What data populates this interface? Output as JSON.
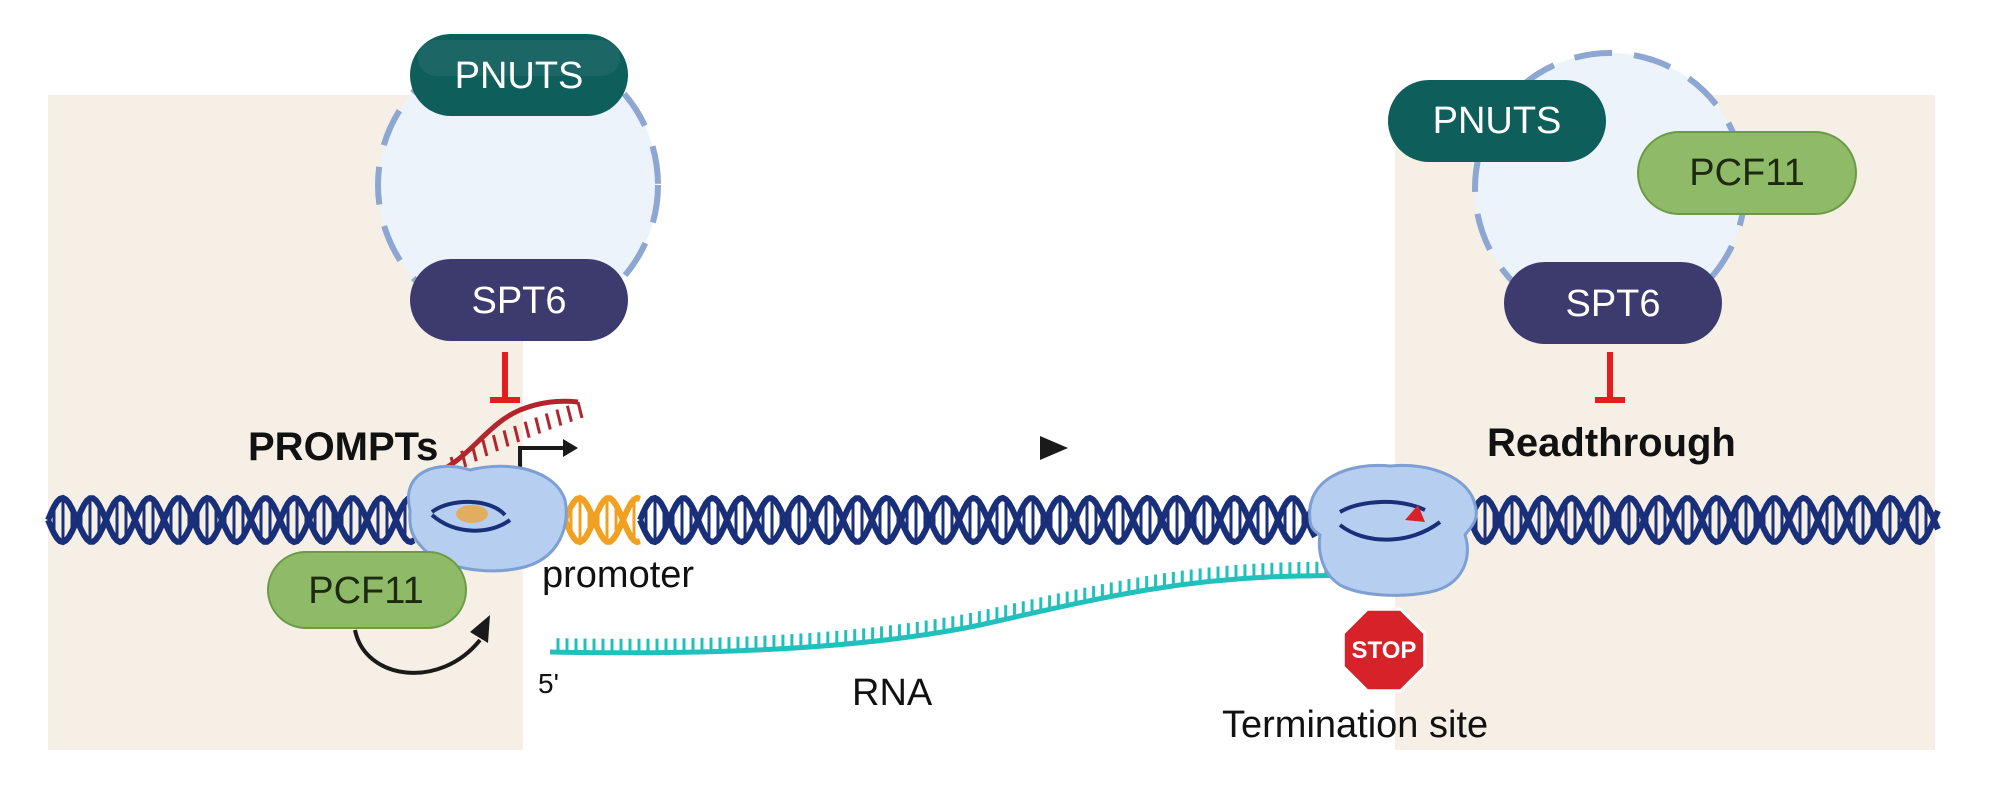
{
  "left_panel": {
    "pnuts_label": "PNUTS",
    "spt6_label": "SPT6",
    "pcf11_label": "PCF11",
    "prompts_label": "PROMPTs",
    "promoter_label": "promoter"
  },
  "right_panel": {
    "pnuts_label": "PNUTS",
    "pcf11_label": "PCF11",
    "spt6_label": "SPT6",
    "readthrough_label": "Readthrough",
    "stop_sign_text": "STOP",
    "termination_label": "Termination site"
  },
  "rna": {
    "five_prime_label": "5'",
    "rna_label": "RNA"
  },
  "colors": {
    "panel_bg": "#f6efe5",
    "complex_circle": "#ecf3fb",
    "dashed_outline": "#8ea6d2",
    "pnuts": "#0e5e5c",
    "spt6": "#3d3a6e",
    "pcf11": "#8fba68",
    "inhibit_red": "#e41e1e",
    "dna_strand": "#1a2f7a",
    "promoter_dna": "#f2a020",
    "rna_teal": "#22c0bd",
    "prompt_rna": "#b3242c",
    "polymerase": "#b6cff0",
    "stop_red": "#d8222a"
  },
  "icons": [
    "rna-polymerase-icon",
    "stop-sign-icon",
    "transcription-arrow-icon",
    "inhibition-icon"
  ]
}
